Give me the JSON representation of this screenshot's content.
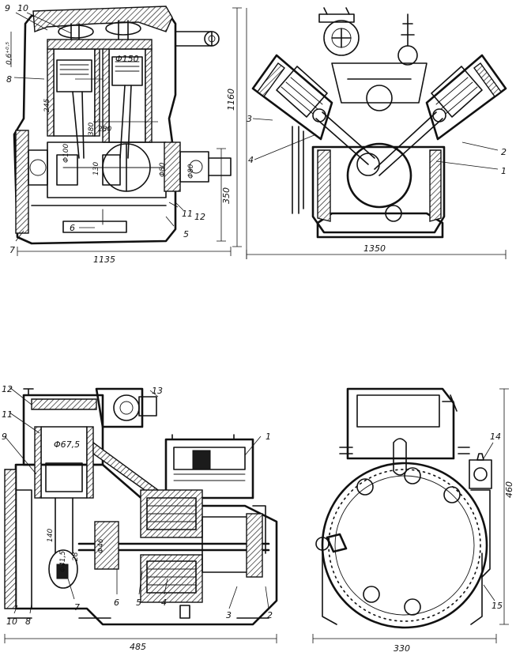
{
  "top_left": {
    "callouts": [
      "9",
      "10",
      "8",
      "7",
      "6",
      "5",
      "11",
      "12"
    ],
    "dimensions": {
      "overall_length": "1135",
      "height": "350",
      "bore": "Φ150",
      "crank_bore": "Φ100",
      "shaft_a": "Φ80",
      "shaft_b": "Φ80",
      "stroke_130": "130",
      "dim_280": "280",
      "dim_380": "380",
      "dim_245": "245",
      "clearance": "0,6⁺⁰·⁵"
    }
  },
  "top_right": {
    "callouts": [
      "3",
      "4",
      "2",
      "1"
    ],
    "dimensions": {
      "width": "1350",
      "height": "1160"
    }
  },
  "bottom_left": {
    "callouts": [
      "12",
      "13",
      "11",
      "9",
      "1",
      "10",
      "8",
      "7",
      "6",
      "5",
      "4",
      "3",
      "2"
    ],
    "dimensions": {
      "length": "485",
      "bore": "Φ67,5",
      "dim_140": "140",
      "dim_46": "Φ46",
      "dim_415": "Φ41,5",
      "dim_28": "28"
    }
  },
  "bottom_right": {
    "callouts": [
      "14",
      "15"
    ],
    "dimensions": {
      "width": "330",
      "height": "460"
    }
  }
}
